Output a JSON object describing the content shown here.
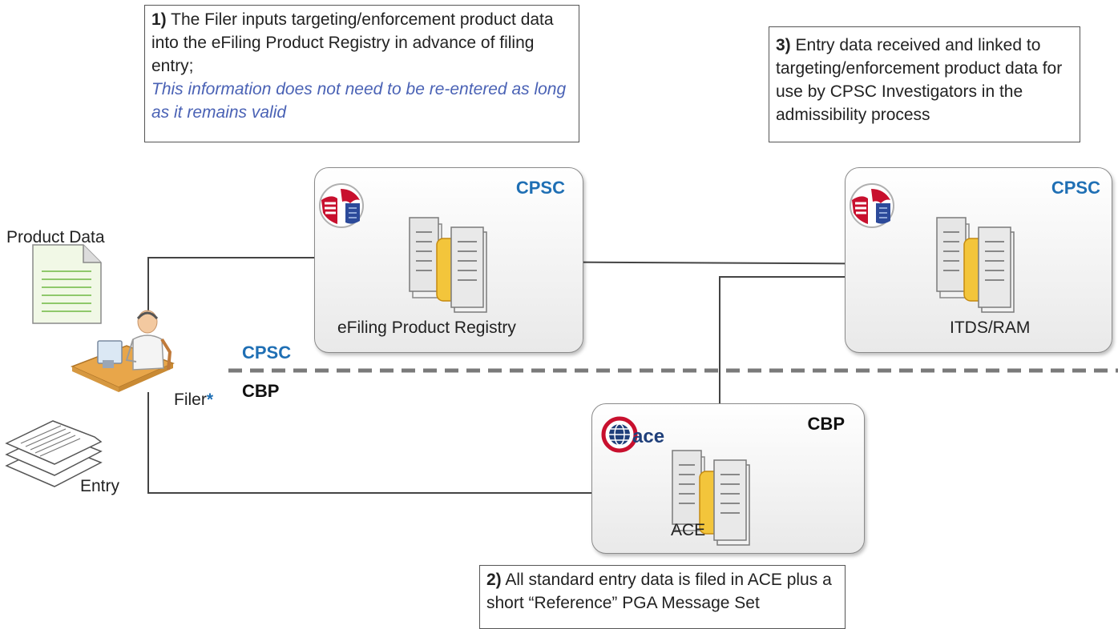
{
  "notes": {
    "note1": {
      "num": "1)",
      "text": " The Filer inputs targeting/enforcement product data into the eFiling Product Registry in advance of filing entry;",
      "italic": "This information does not need to be re-entered as long as it remains valid"
    },
    "note2": {
      "num": "2)",
      "text": " All standard entry data is filed in ACE plus a short “Reference” PGA Message Set"
    },
    "note3": {
      "num": "3)",
      "text": " Entry data received and linked to targeting/enforcement product data for use by CPSC Investigators in the admissibility process"
    }
  },
  "panels": {
    "registry": {
      "agency": "CPSC",
      "label": "eFiling Product Registry",
      "logo": "cpsc-seal-icon"
    },
    "itds": {
      "agency": "CPSC",
      "label": "ITDS/RAM",
      "logo": "cpsc-seal-icon"
    },
    "ace": {
      "agency": "CBP",
      "label": "ACE",
      "logo": "ace-logo-icon",
      "logo_text": "ace"
    }
  },
  "divider": {
    "upper": "CPSC",
    "lower": "CBP"
  },
  "actors": {
    "product_data": "Product Data",
    "filer": "Filer",
    "filer_mark": "*",
    "entry": "Entry"
  },
  "colors": {
    "accent": "#1f6fb4",
    "italic": "#4a62b5",
    "arrow": "#444444",
    "divider": "#7a7a7a"
  }
}
